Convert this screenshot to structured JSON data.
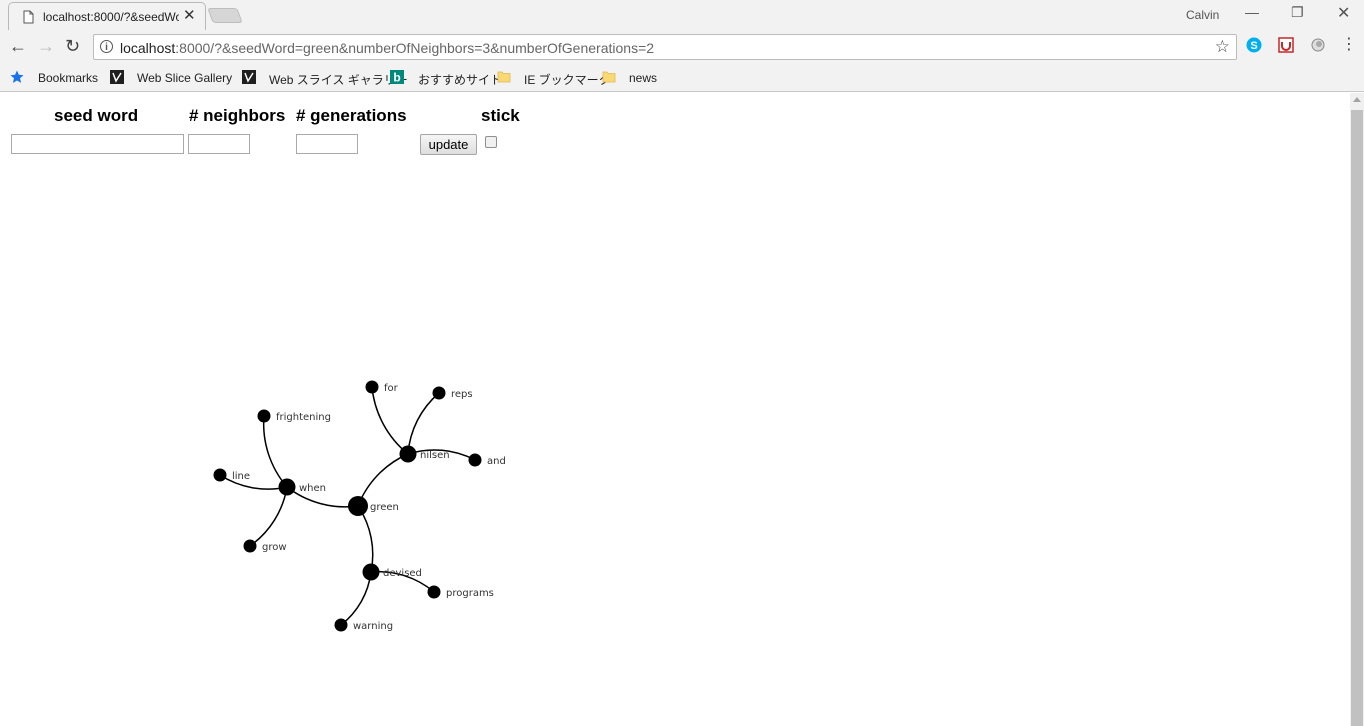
{
  "browser": {
    "tab_title": "localhost:8000/?&seedWord=green&numberOfNeighbors=3&numberOfGenerations=2",
    "profile_name": "Calvin",
    "url_host": "localhost",
    "url_rest": ":8000/?&seedWord=green&numberOfNeighbors=3&numberOfGenerations=2",
    "bookmarks": [
      {
        "label": "Bookmarks",
        "icon": "star-icon"
      },
      {
        "label": "Web Slice Gallery",
        "icon": "ie-icon"
      },
      {
        "label": "Web スライス ギャラリー",
        "icon": "ie-icon"
      },
      {
        "label": "おすすめサイト",
        "icon": "bing-icon"
      },
      {
        "label": "IE ブックマーク",
        "icon": "folder-icon"
      },
      {
        "label": "news",
        "icon": "folder-icon"
      }
    ]
  },
  "form": {
    "seed_word_label": "seed word",
    "neighbors_label": "# neighbors",
    "generations_label": "# generations",
    "stick_label": "stick",
    "seed_word_value": "",
    "neighbors_value": "",
    "generations_value": "",
    "update_label": "update",
    "stick_checked": false
  },
  "graph": {
    "nodes": [
      {
        "id": "green",
        "label": "green",
        "generation": 0
      },
      {
        "id": "when",
        "label": "when",
        "generation": 1
      },
      {
        "id": "nilsen",
        "label": "nilsen",
        "generation": 1
      },
      {
        "id": "devised",
        "label": "devised",
        "generation": 1
      },
      {
        "id": "frightening",
        "label": "frightening",
        "generation": 2
      },
      {
        "id": "line",
        "label": "line",
        "generation": 2
      },
      {
        "id": "grow",
        "label": "grow",
        "generation": 2
      },
      {
        "id": "for",
        "label": "for",
        "generation": 2
      },
      {
        "id": "reps",
        "label": "reps",
        "generation": 2
      },
      {
        "id": "and",
        "label": "and",
        "generation": 2
      },
      {
        "id": "programs",
        "label": "programs",
        "generation": 2
      },
      {
        "id": "warning",
        "label": "warning",
        "generation": 2
      }
    ],
    "links": [
      {
        "source": "green",
        "target": "when"
      },
      {
        "source": "green",
        "target": "nilsen"
      },
      {
        "source": "green",
        "target": "devised"
      },
      {
        "source": "when",
        "target": "frightening"
      },
      {
        "source": "when",
        "target": "line"
      },
      {
        "source": "when",
        "target": "grow"
      },
      {
        "source": "nilsen",
        "target": "for"
      },
      {
        "source": "nilsen",
        "target": "reps"
      },
      {
        "source": "nilsen",
        "target": "and"
      },
      {
        "source": "devised",
        "target": "programs"
      },
      {
        "source": "devised",
        "target": "warning"
      }
    ],
    "node_color": "#000000",
    "link_color": "#000000",
    "label_color": "#333333"
  }
}
